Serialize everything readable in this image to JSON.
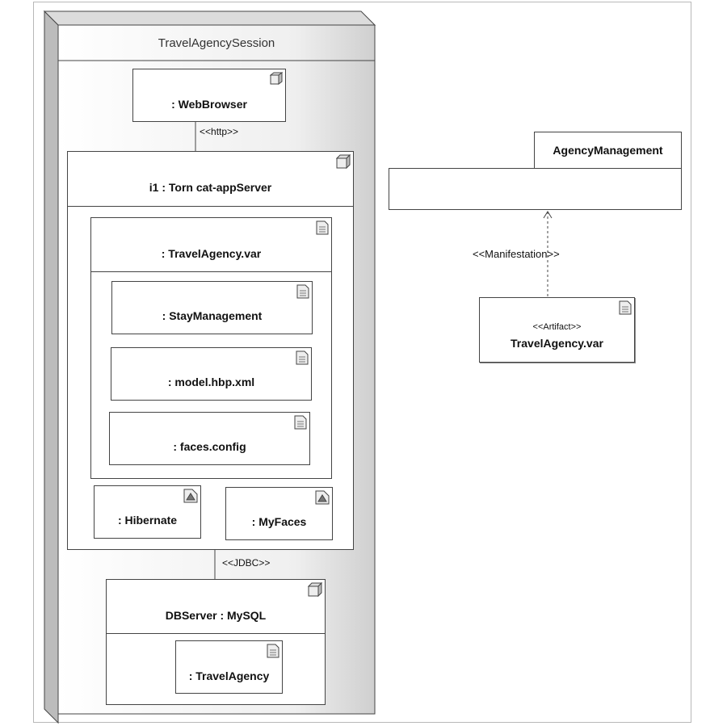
{
  "diagram": {
    "session": {
      "title": "TravelAgencySession"
    },
    "web_browser": {
      "label": ": WebBrowser"
    },
    "http_link": {
      "label": "<<http>>"
    },
    "app_server": {
      "label": "i1 : Torn cat-appServer"
    },
    "war_artifact": {
      "label": ": TravelAgency.var"
    },
    "stay_management": {
      "label": ": StayManagement"
    },
    "model_hbp": {
      "label": ": model.hbp.xml"
    },
    "faces_config": {
      "label": ": faces.config"
    },
    "hibernate": {
      "label": ": Hibernate"
    },
    "myfaces": {
      "label": ": MyFaces"
    },
    "jdbc_link": {
      "label": "<<JDBC>>"
    },
    "db_server": {
      "label": "DBServer : MySQL"
    },
    "travel_agency_db": {
      "label": ": TravelAgency"
    },
    "agency_management": {
      "label": "AgencyManagement"
    },
    "manifestation_link": {
      "label": "<<Manifestation>>"
    },
    "artifact": {
      "stereotype": "<<Artifact>>",
      "label": "TravelAgency.var"
    }
  }
}
